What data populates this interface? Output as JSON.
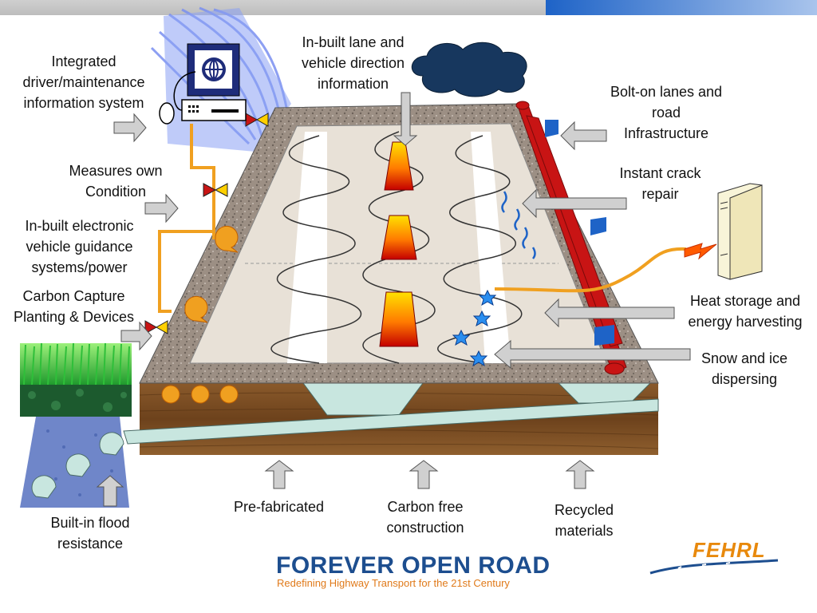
{
  "labels": {
    "integrated_info": "Integrated\ndriver/maintenance\ninformation system",
    "measures_condition": "Measures own\nCondition",
    "guidance": "In-built electronic\nvehicle guidance\nsystems/power",
    "carbon_capture": "Carbon Capture\nPlanting & Devices",
    "flood": "Built-in flood\nresistance",
    "lane_info": "In-built  lane and\nvehicle direction\ninformation",
    "bolt_on": "Bolt-on lanes and\nroad\nInfrastructure",
    "crack_repair": "Instant crack\nrepair",
    "heat_storage": "Heat storage and\nenergy  harvesting",
    "snow_ice": "Snow and ice\ndispersing",
    "prefabricated": "Pre-fabricated",
    "carbon_free": "Carbon free\nconstruction",
    "recycled": "Recycled\nmaterials"
  },
  "branding": {
    "title": "FOREVER OPEN ROAD",
    "subtitle": "Redefining Highway Transport for the 21st Century",
    "logo": "FEHRL"
  },
  "colors": {
    "top_bar_blue": "#1e63c7",
    "brand_blue": "#1d4e8f",
    "brand_orange": "#e07a1a",
    "pipe_orange": "#f0a020",
    "barrier_red": "#c81414"
  },
  "icons": {
    "computer": "computer-terminal-icon",
    "server": "server-tower-icon",
    "lightning": "lightning-bolt-icon",
    "cloud": "cloud-icon",
    "snowflake": "star-snowflake-icon"
  }
}
